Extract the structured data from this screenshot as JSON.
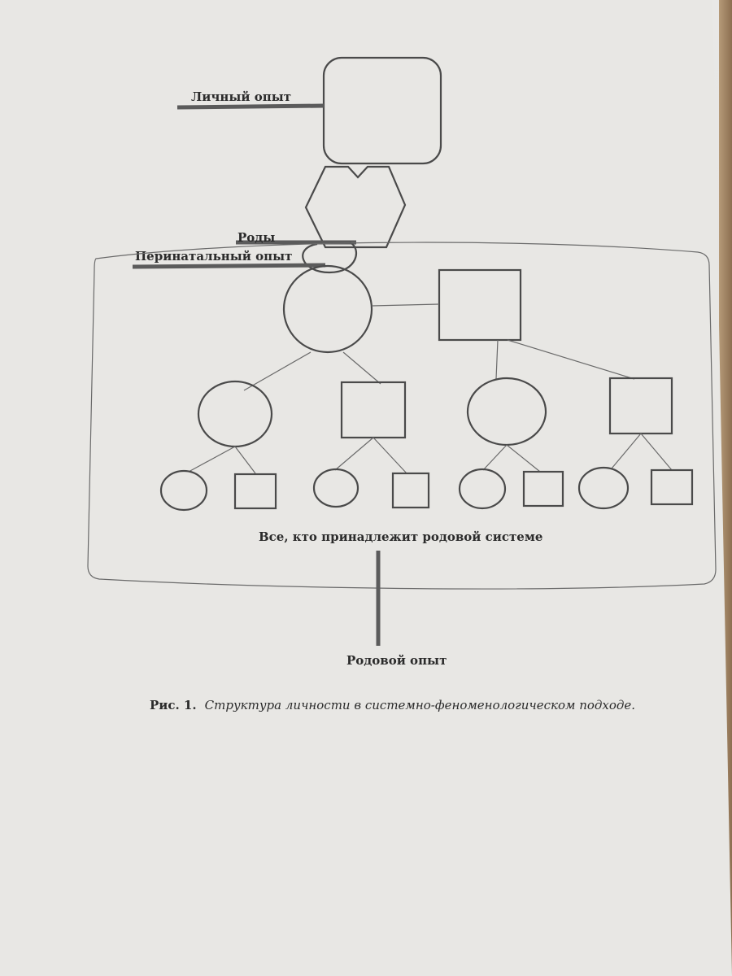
{
  "diagram": {
    "labels": {
      "personal": "Личный опыт",
      "birth": "Роды",
      "perinatal": "Перинатальный опыт",
      "system": "Все, кто принадлежит родовой системе",
      "ancestral": "Родовой опыт"
    },
    "caption": {
      "prefix": "Рис. 1.",
      "text": "Структура личности в системно-феноменологическом подходе."
    }
  }
}
